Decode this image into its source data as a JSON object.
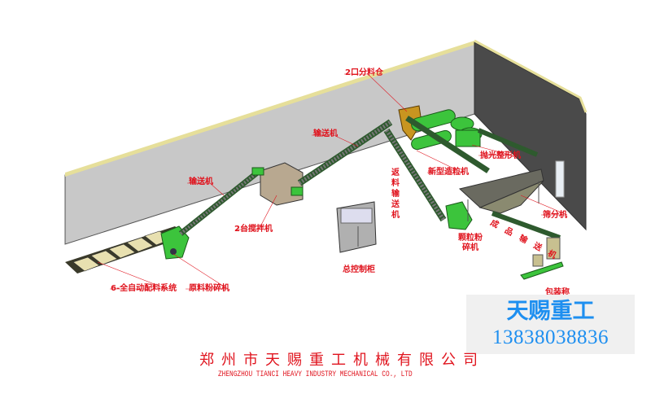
{
  "labels": {
    "distribution_bin": "2口分料仓",
    "conveyor_upper": "输送机",
    "conveyor_lower": "输送机",
    "return_conveyor": "返料输送机",
    "granulator": "新型造粒机",
    "polishing_machine": "抛光整形机",
    "screening_machine": "筛分机",
    "product_conveyor": "成品输送机",
    "granule_crusher": "颗粒粉碎机",
    "control_cabinet": "总控制柜",
    "mixers": "2台搅拌机",
    "batching_system": "6-全自动配料系统",
    "raw_crusher": "原料粉碎机",
    "packing_scale": "包装称"
  },
  "badge": {
    "brand": "天赐重工",
    "phone": "13838038836"
  },
  "footer": {
    "company_cn": "郑州市天赐重工机械有限公司",
    "company_en": "ZHENGZHOU TIANCI HEAVY INDUSTRY MECHANICAL CO., LTD"
  },
  "colors": {
    "label": "#e0141e",
    "brand": "#1e8ff0",
    "machine": "#3cc43c",
    "wall": "#c8c8c8",
    "wall_dark": "#4a4a4a"
  }
}
